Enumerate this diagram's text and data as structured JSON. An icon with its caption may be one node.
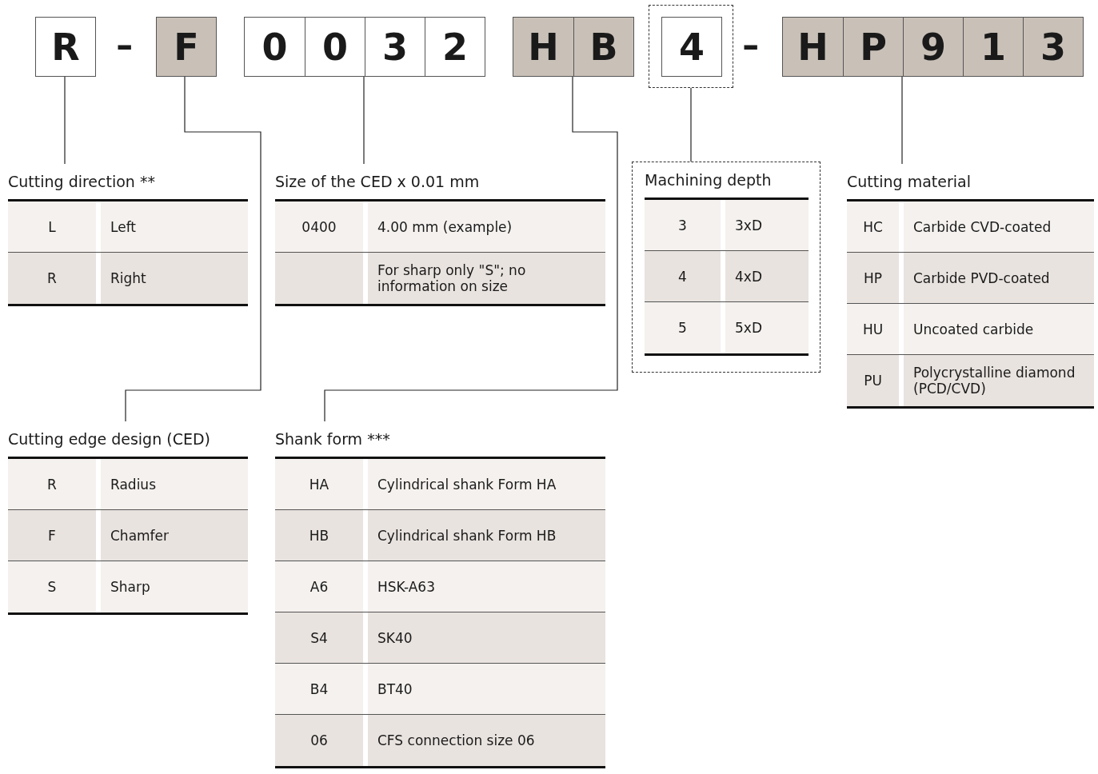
{
  "diagram": {
    "nodes": [
      {
        "text": [
          "R"
        ]
      },
      {
        "text": [
          "F"
        ]
      },
      {
        "text": [],
        "shape": "box"
      },
      {
        "text": [
          "0"
        ],
        "in": 2
      },
      {
        "text": [
          "0"
        ],
        "in": 2
      },
      {
        "text": [
          "3"
        ],
        "in": 2
      },
      {
        "text": [
          "2"
        ],
        "in": 2
      },
      {
        "text": [],
        "shape": "box"
      },
      {
        "text": [
          "H"
        ],
        "in": 7
      },
      {
        "text": [
          "B"
        ],
        "in": 7
      },
      {
        "text": [],
        "shape": "box"
      },
      {
        "text": [
          "4"
        ],
        "in": 10
      },
      {
        "text": [],
        "shape": "box"
      },
      {
        "text": [
          "H"
        ],
        "in": 12
      },
      {
        "text": [
          "P"
        ],
        "in": 12
      },
      {
        "text": [
          "9"
        ],
        "in": 12
      },
      {
        "text": [
          "1"
        ],
        "in": 12
      },
      {
        "text": [
          "3"
        ],
        "in": 12
      },
      {
        "text": [
          "Cutting direction **"
        ]
      },
      {
        "text": [
          "L",
          "Left"
        ],
        "in": 18
      },
      {
        "text": [
          "R",
          "Right"
        ],
        "in": 18
      },
      {
        "text": [
          "Size of the CED x 0.01 mm"
        ]
      },
      {
        "text": [
          "0400",
          "4.00 mm (example)"
        ],
        "in": 21
      },
      {
        "text": [
          "For sharp only \"S\"; no information on size"
        ],
        "in": 21
      },
      {
        "text": [
          "Machining depth"
        ]
      },
      {
        "text": [
          "3",
          "3xD"
        ],
        "in": 24
      },
      {
        "text": [
          "4",
          "4xD"
        ],
        "in": 24
      },
      {
        "text": [
          "5",
          "5xD"
        ],
        "in": 24
      },
      {
        "text": [
          "Cutting material"
        ]
      },
      {
        "text": [
          "HC",
          "Carbide CVD-coated"
        ],
        "in": 28
      },
      {
        "text": [
          "HP",
          "Carbide PVD-coated"
        ],
        "in": 28
      },
      {
        "text": [
          "HU",
          "Uncoated carbide"
        ],
        "in": 28
      },
      {
        "text": [
          "PU",
          "Polycrystalline diamond (PCD/CVD)"
        ],
        "in": 28
      },
      {
        "text": [
          "Cutting edge design (CED)"
        ]
      },
      {
        "text": [
          "R",
          "Radius"
        ],
        "in": 33
      },
      {
        "text": [
          "F",
          "Chamfer"
        ],
        "in": 33
      },
      {
        "text": [
          "S",
          "Sharp"
        ],
        "in": 33
      },
      {
        "text": [
          "Shank form ***"
        ]
      },
      {
        "text": [
          "HA",
          "Cylindrical shank Form HA"
        ],
        "in": 37
      },
      {
        "text": [
          "HB",
          "Cylindrical shank Form HB"
        ],
        "in": 37
      },
      {
        "text": [
          "A6",
          "HSK-A63"
        ],
        "in": 37
      },
      {
        "text": [
          "S4",
          "SK40"
        ],
        "in": 37
      },
      {
        "text": [
          "B4",
          "BT40"
        ],
        "in": 37
      },
      {
        "text": [
          "06",
          "CFS connection size 06"
        ],
        "in": 37
      }
    ],
    "edges": [
      {
        "from": 0,
        "to": 18,
        "arrow": "none"
      },
      {
        "from": 1,
        "to": 33,
        "arrow": "none"
      },
      {
        "from": 2,
        "to": 21,
        "arrow": "none"
      },
      {
        "from": 7,
        "to": 37,
        "arrow": "none"
      },
      {
        "from": 10,
        "to": 24,
        "arrow": "none"
      },
      {
        "from": 12,
        "to": 28,
        "arrow": "none"
      }
    ],
    "labels": [
      "-",
      "-"
    ]
  }
}
